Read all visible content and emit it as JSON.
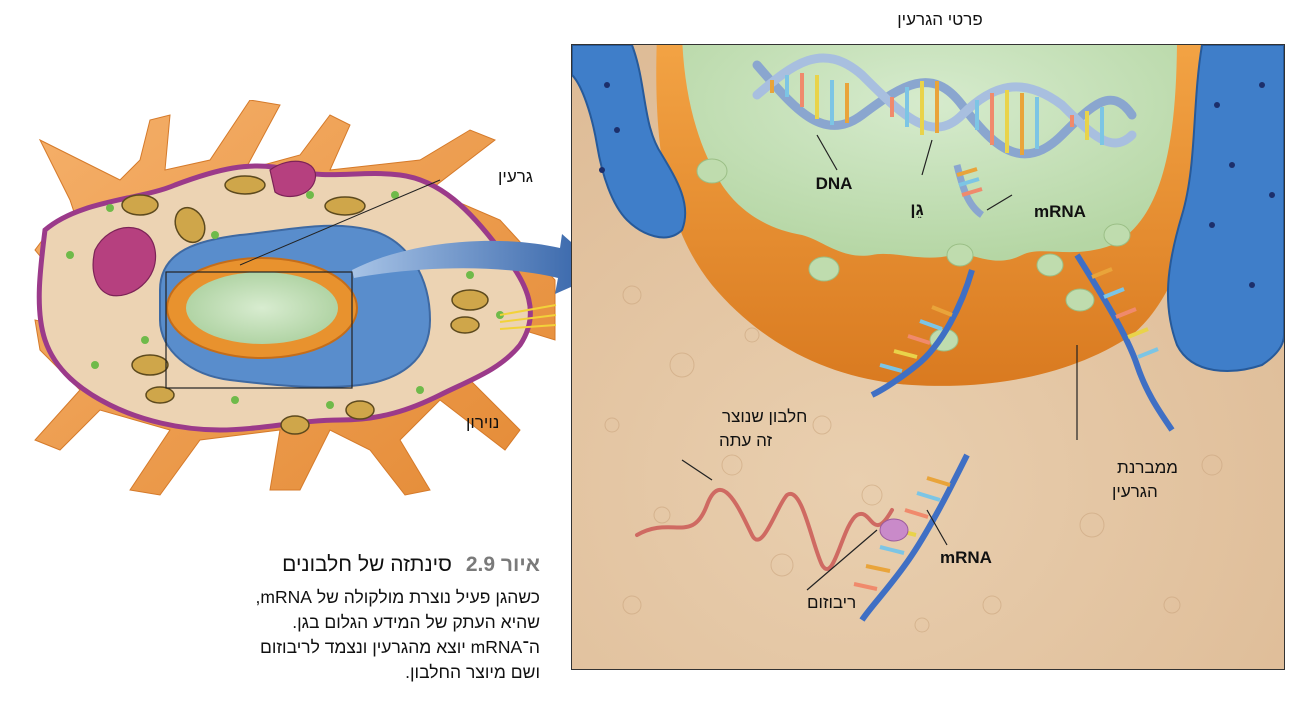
{
  "figure": {
    "label_word": "איור",
    "label_number": "2.9",
    "title": "סינתזה של חלבונים",
    "caption": "כשהגן פעיל נוצרת מולקולה של mRNA, שהיא העתק של המידע הגלום בגן. ה־mRNA יוצא מהגרעין ונצמד לריבוזום ושם מיוצר החלבון."
  },
  "left_panel": {
    "nucleus_label": "גרעין",
    "neuron_label": "נוירון"
  },
  "detail_panel": {
    "title": "פרטי הגרעין",
    "dna_label": "DNA",
    "gene_label": "גֵן",
    "mrna_label_top": "mRNA",
    "protein_label_line1": "חלבון שנוצר",
    "protein_label_line2": "זה עתה",
    "membrane_label_line1": "ממברנת",
    "membrane_label_line2": "הגרעין",
    "mrna_label_bottom": "mRNA",
    "ribosome_label": "ריבוזום"
  },
  "colors": {
    "cytoplasm": "#e7c9a6",
    "nucleus_inner": "#c9e2bf",
    "nuclear_envelope": "#e8922e",
    "er": "#3f7ec9",
    "membrane": "#9b3a8a",
    "dna_backbone": "#8aa6cf",
    "protein": "#cf6a62"
  }
}
